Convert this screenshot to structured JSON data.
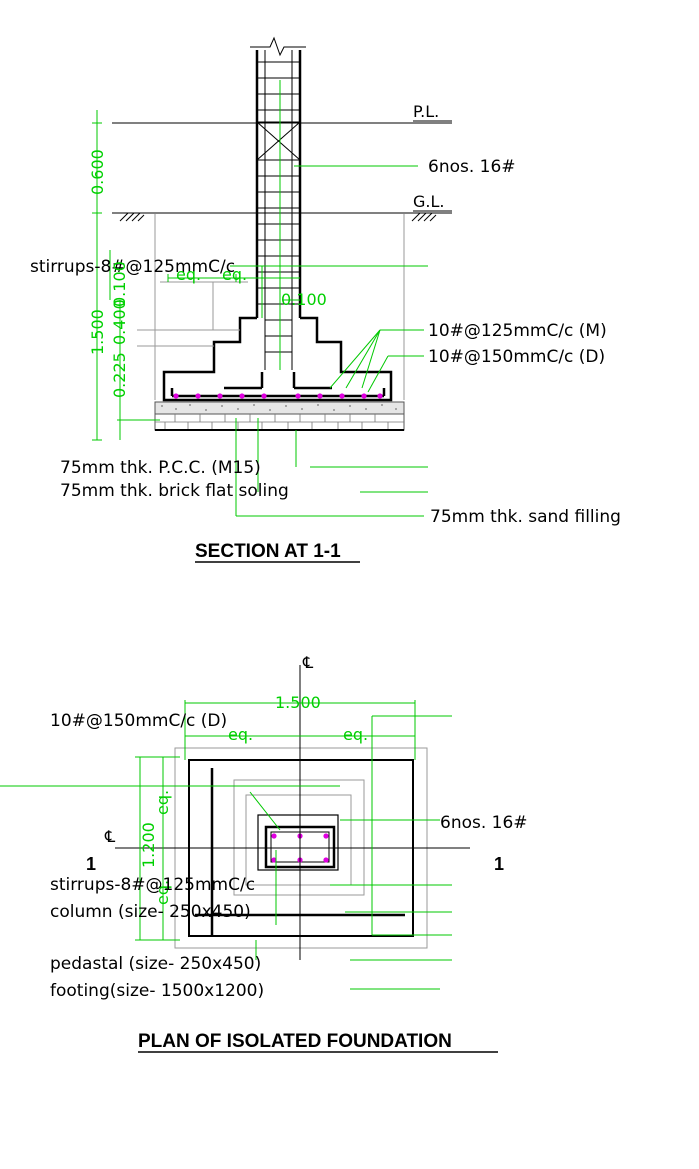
{
  "section": {
    "title": "SECTION AT 1-1",
    "plinth_level": "P.L.",
    "ground_level": "G.L.",
    "dim_top": "0.600",
    "dim_depth": "1.500",
    "dim_step1": "0.100",
    "dim_step2": "0.400",
    "dim_base": "0.225",
    "dim_pedestal_offset": "0.100",
    "eq_left": "eq.",
    "eq_right": "eq.",
    "main_bars": "6nos. 16#",
    "stirrups": "stirrups-8#@125mmC/c",
    "mesh_m": "10#@125mmC/c (M)",
    "mesh_d": "10#@150mmC/c (D)",
    "pcc": "75mm thk. P.C.C. (M15)",
    "brick": "75mm thk. brick flat soling",
    "sand": "75mm thk. sand filling"
  },
  "plan": {
    "title": "PLAN OF ISOLATED FOUNDATION",
    "centerline_top": "℄",
    "centerline_left": "℄",
    "dim_width": "1.500",
    "dim_height": "1.200",
    "eq_top_left": "eq.",
    "eq_top_right": "eq.",
    "eq_side_top": "eq.",
    "eq_side_bottom": "eq.",
    "section_mark_left": "1",
    "section_mark_right": "1",
    "mesh_d": "10#@150mmC/c (D)",
    "main_bars": "6nos. 16#",
    "stirrups": "stirrups-8#@125mmC/c",
    "column": "column (size- 250x450)",
    "pedestal": "pedastal (size- 250x450)",
    "footing": "footing(size- 1500x1200)"
  }
}
